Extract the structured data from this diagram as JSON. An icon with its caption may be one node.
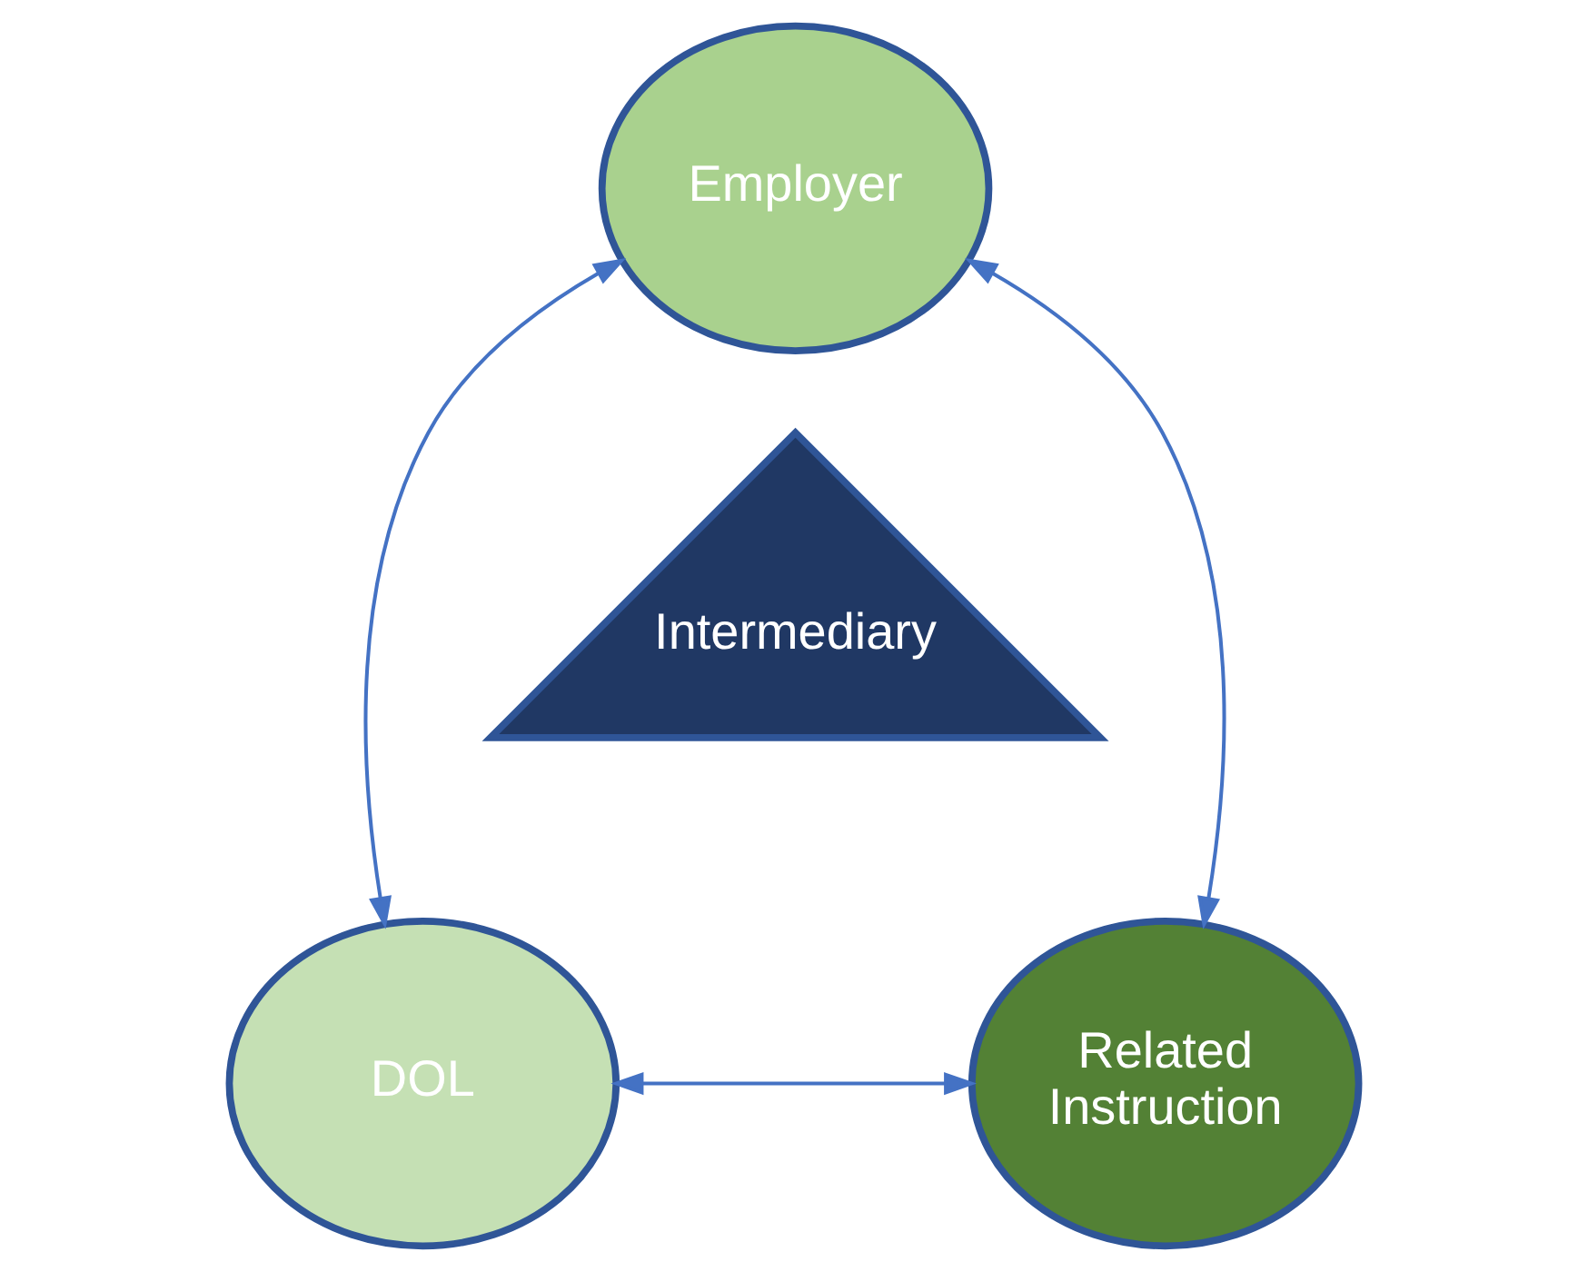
{
  "diagram": {
    "nodes": [
      {
        "text": [
          "Employer"
        ]
      },
      {
        "text": [
          "Intermediary"
        ]
      },
      {
        "text": [
          "DOL"
        ]
      },
      {
        "text": [
          "Related Instruction"
        ]
      }
    ],
    "edges": [
      {
        "from": 0,
        "to": 2,
        "arrow": "both"
      },
      {
        "from": 0,
        "to": 3,
        "arrow": "both"
      },
      {
        "from": 2,
        "to": 3,
        "arrow": "both"
      }
    ]
  }
}
